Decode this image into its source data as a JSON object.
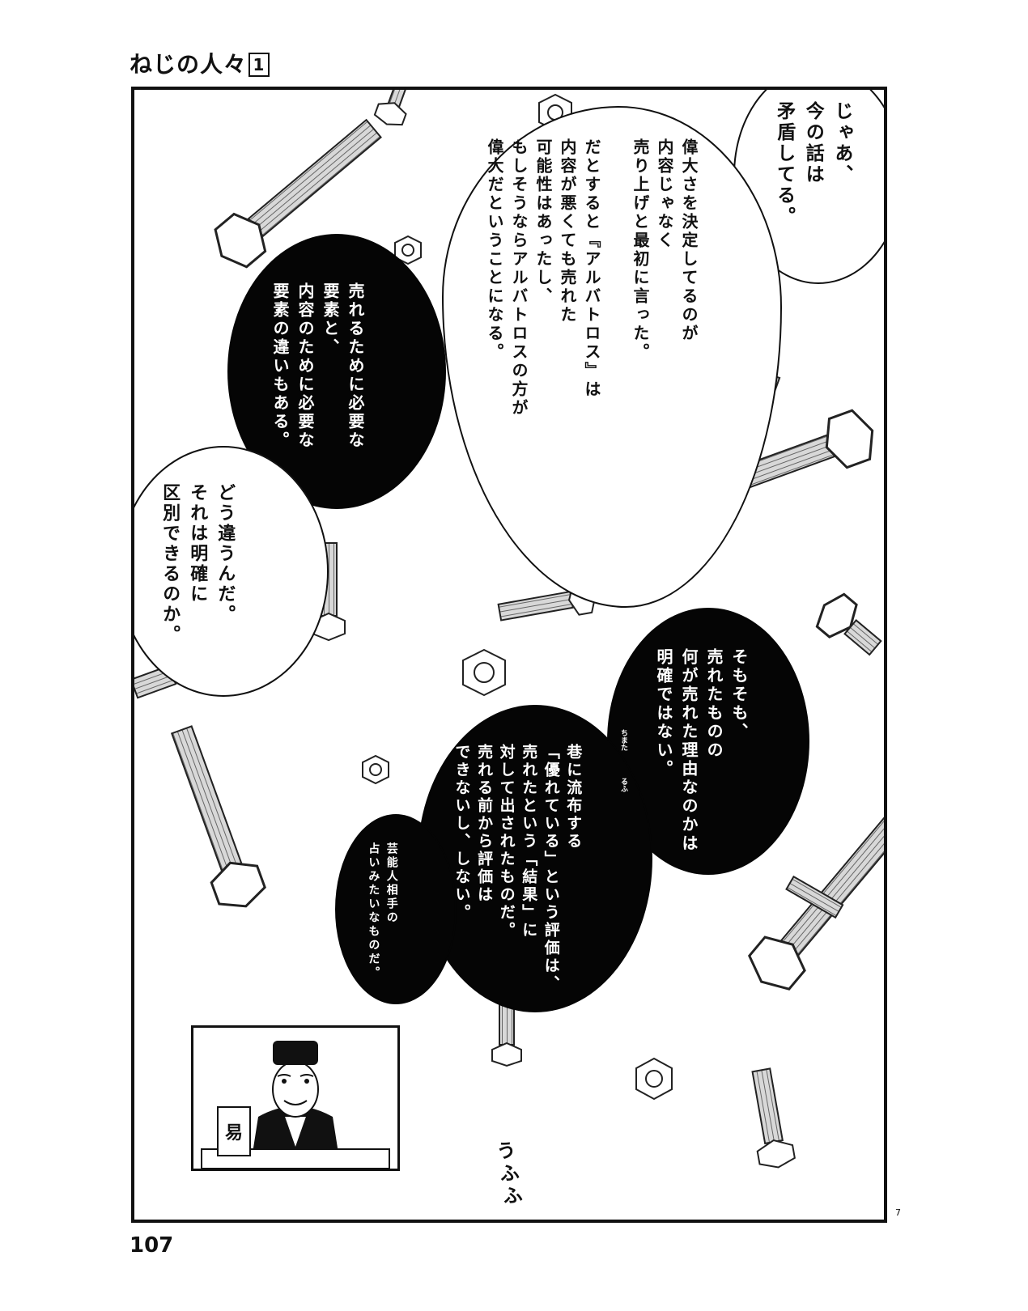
{
  "header": {
    "title": "ねじの人々",
    "volume": "1"
  },
  "page_number": "107",
  "panel_number": "7",
  "bubbles": {
    "top_right": "じゃあ、\n今の話は\n矛盾してる。",
    "center_large": "偉大さを決定してるのが\n内容じゃなく\n売り上げと最初に言った。\n\nだとすると『アルバトロス』は\n内容が悪くても売れた\n可能性はあったし、\nもしそうならアルバトロスの方が\n偉大だということになる。",
    "left_dark": "売れるために必要な\n要素と、\n内容のために必要な\n要素の違いもある。",
    "left_white": "どう違うんだ。\nそれは明確に\n区別できるのか。",
    "right_dark": "そもそも、\n売れたものの\n何が売れた理由なのかは\n明確ではない。",
    "mid_dark": "巷に流布する\n「優れている」という評価は、\n売れたという「結果」に\n対して出されたものだ。\n売れる前から評価は\nできないし、しない。",
    "small_dark": "芸能人相手の\n占いみたいなものだ。",
    "ruby_chimata": "ちまた",
    "ruby_rufu": "るふ"
  },
  "inset": {
    "sign": "易",
    "sfx": "うふふ"
  }
}
